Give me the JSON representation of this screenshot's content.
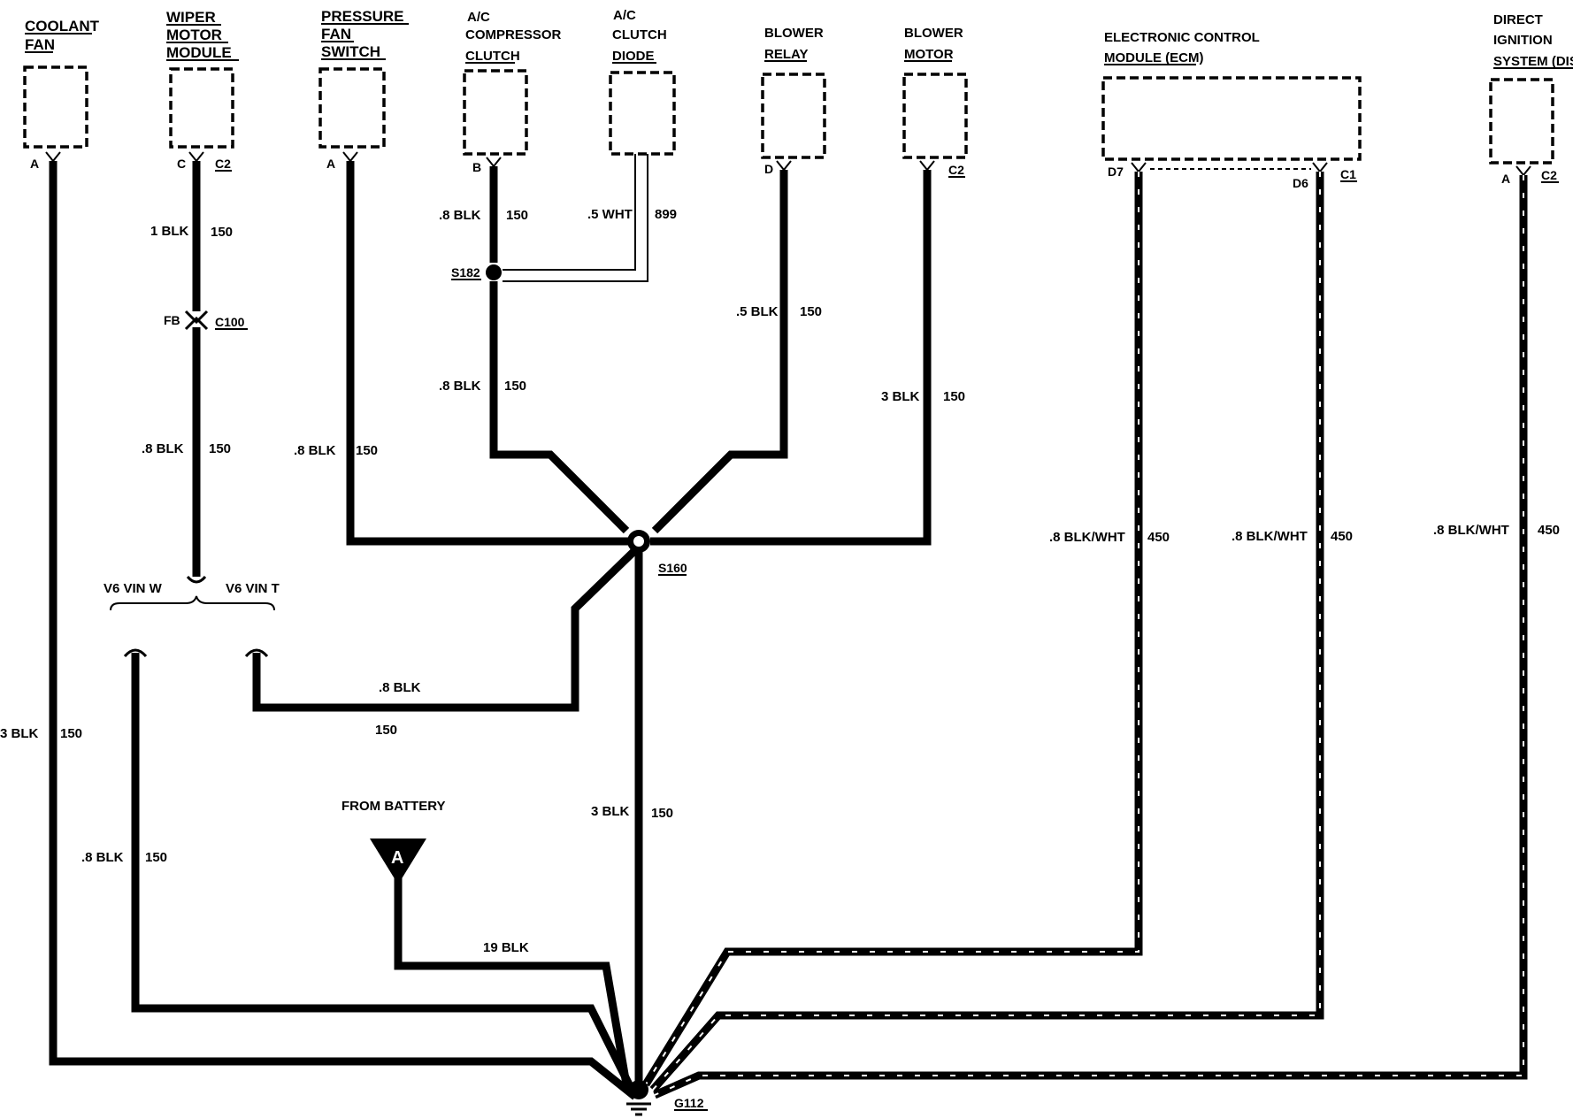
{
  "components": {
    "coolant_fan": {
      "line1": "COOLANT",
      "line2": "FAN",
      "pin": "A"
    },
    "wiper_motor_module": {
      "line1": "WIPER",
      "line2": "MOTOR",
      "line3": "MODULE",
      "pin": "C",
      "conn": "C2"
    },
    "pressure_fan_switch": {
      "line1": "PRESSURE",
      "line2": "FAN",
      "line3": "SWITCH",
      "pin": "A"
    },
    "ac_compressor_clutch": {
      "line1": "A/C",
      "line2": "COMPRESSOR",
      "line3": "CLUTCH",
      "pin": "B"
    },
    "ac_clutch_diode": {
      "line1": "A/C",
      "line2": "CLUTCH",
      "line3": "DIODE"
    },
    "blower_relay": {
      "line1": "BLOWER",
      "line2": "RELAY",
      "pin": "D"
    },
    "blower_motor": {
      "line1": "BLOWER",
      "line2": "MOTOR",
      "conn": "C2"
    },
    "ecm": {
      "line1": "ELECTRONIC CONTROL",
      "line2": "MODULE (ECM)",
      "pin1": "D7",
      "pin2": "D6",
      "conn": "C1"
    },
    "dis": {
      "line1": "DIRECT",
      "line2": "IGNITION",
      "line3": "SYSTEM (DIS)",
      "pin": "A",
      "conn": "C2"
    }
  },
  "wires": {
    "coolant": {
      "gauge_color": "3 BLK",
      "circuit": "150"
    },
    "wiper_upper": {
      "gauge_color": "1 BLK",
      "circuit": "150"
    },
    "wiper_lower": {
      "gauge_color": ".8 BLK",
      "circuit": "150"
    },
    "pressure": {
      "gauge_color": ".8 BLK",
      "circuit": "150"
    },
    "compressor_upper": {
      "gauge_color": ".8 BLK",
      "circuit": "150"
    },
    "compressor_lower": {
      "gauge_color": ".8 BLK",
      "circuit": "150"
    },
    "diode": {
      "gauge_color": ".5 WHT",
      "circuit": "899"
    },
    "blower_relay": {
      "gauge_color": ".5 BLK",
      "circuit": "150"
    },
    "blower_motor": {
      "gauge_color": "3 BLK",
      "circuit": "150"
    },
    "ecm_d7": {
      "gauge_color": ".8 BLK/WHT",
      "circuit": "450"
    },
    "ecm_d6": {
      "gauge_color": ".8 BLK/WHT",
      "circuit": "450"
    },
    "dis": {
      "gauge_color": ".8 BLK/WHT",
      "circuit": "450"
    },
    "v6_t": {
      "gauge_color": ".8 BLK",
      "circuit": "150"
    },
    "main_trunk": {
      "gauge_color": "3 BLK",
      "circuit": "150"
    },
    "v6_w": {
      "gauge_color": ".8 BLK",
      "circuit": "150"
    },
    "battery": {
      "gauge_color": "19 BLK"
    }
  },
  "connectors": {
    "c100": "C100",
    "fb": "FB"
  },
  "splices": {
    "s182": "S182",
    "s160": "S160"
  },
  "ground": "G112",
  "vin_options": {
    "w": "V6 VIN W",
    "t": "V6 VIN T"
  },
  "battery": {
    "label": "FROM BATTERY",
    "marker": "A"
  }
}
